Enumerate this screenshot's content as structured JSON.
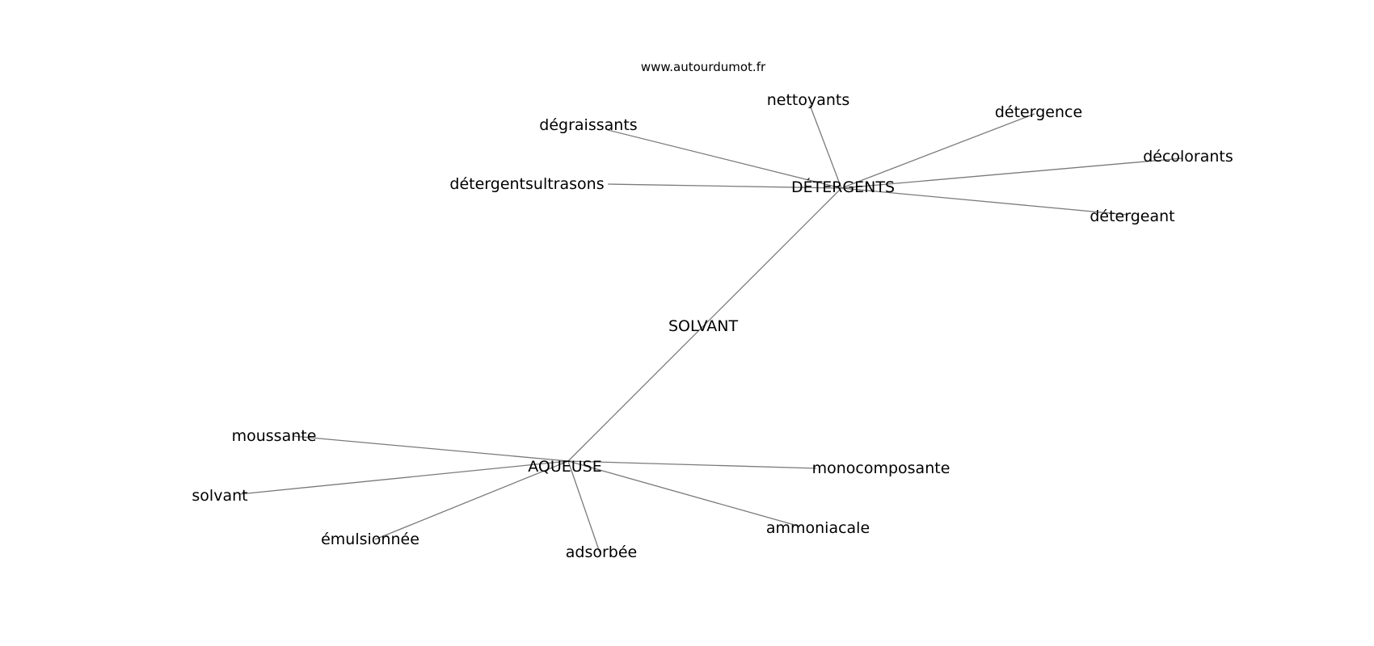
{
  "watermark": "www.autourdumot.fr",
  "nodes": {
    "solvant_center": "SOLVANT",
    "detergents": "DÉTERGENTS",
    "aqueuse": "AQUEUSE",
    "nettoyants": "nettoyants",
    "degraissants": "dégraissants",
    "detergence": "détergence",
    "decolorants": "décolorants",
    "detergentsultrasons": "détergentsultrasons",
    "detergeant": "détergeant",
    "moussante": "moussante",
    "solvant": "solvant",
    "emulsionnee": "émulsionnée",
    "adsorbee": "adsorbée",
    "monocomposante": "monocomposante",
    "ammoniacale": "ammoniacale"
  },
  "edges": [
    [
      "detergents",
      "aqueuse"
    ],
    [
      "detergents",
      "nettoyants"
    ],
    [
      "detergents",
      "degraissants"
    ],
    [
      "detergents",
      "detergence"
    ],
    [
      "detergents",
      "decolorants"
    ],
    [
      "detergents",
      "detergentsultrasons"
    ],
    [
      "detergents",
      "detergeant"
    ],
    [
      "aqueuse",
      "moussante"
    ],
    [
      "aqueuse",
      "solvant"
    ],
    [
      "aqueuse",
      "emulsionnee"
    ],
    [
      "aqueuse",
      "adsorbee"
    ],
    [
      "aqueuse",
      "monocomposante"
    ],
    [
      "aqueuse",
      "ammoniacale"
    ]
  ]
}
